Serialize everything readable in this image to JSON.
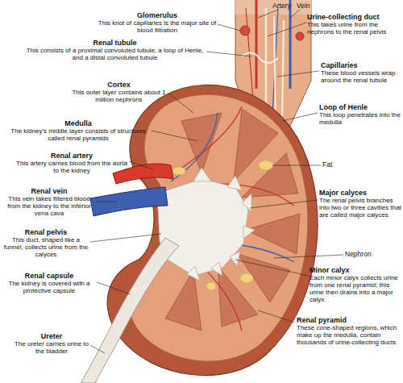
{
  "diagram": {
    "labels": [
      "Artery",
      "Vein",
      "Glomerulus",
      "This knot of capillaries is the major site of blood filtration",
      "Urine-collecting duct",
      "This takes urine from the nephrons to the renal pelvis",
      "Renal tubule",
      "This consists of a proximal convoluted tubule, a loop of Henle, and a distal convoluted tubule",
      "Capillaries",
      "These blood vessels wrap around the renal tubule",
      "Cortex",
      "This outer layer contains about 1 million nephrons",
      "Loop of Henle",
      "This loop penetrates into the medulla",
      "Medulla",
      "The kidney's middle layer consists of structures called renal pyramids",
      "Renal artery",
      "This artery carries blood from the aorta to the kidney",
      "Fat",
      "Renal vein",
      "This vein takes filtered blood from the kidney to the inferior vena cava",
      "Major calyces",
      "The renal pelvis branches into two or three cavities that are called major calyces",
      "Renal pelvis",
      "This duct, shaped like a funnel, collects urine from the calyces",
      "Nephron",
      "Renal capsule",
      "The kidney is covered with a protective capsule",
      "Minor calyx",
      "Each minor calyx collects urine from one renal pyramid; this urine then drains into a major calyx",
      "Renal pyramid",
      "These cone-shaped regions, which make up the medulla, contain thousands of urine-collecting ducts",
      "Ureter",
      "The ureter carries urine to the bladder"
    ]
  }
}
